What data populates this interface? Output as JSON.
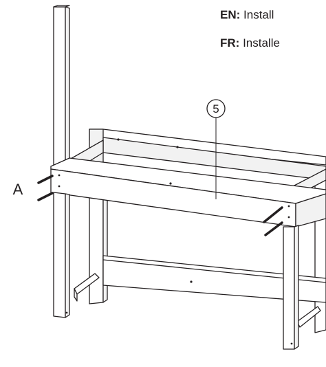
{
  "instructions": {
    "en": {
      "code": "EN:",
      "text": "Install"
    },
    "fr": {
      "code": "FR:",
      "text": "Installe"
    }
  },
  "callouts": {
    "part_number": "5",
    "fastener_label": "A"
  },
  "colors": {
    "line": "#231f20",
    "face_light": "#ffffff",
    "face_shade": "#f2f2f2",
    "screw": "#231f20"
  }
}
